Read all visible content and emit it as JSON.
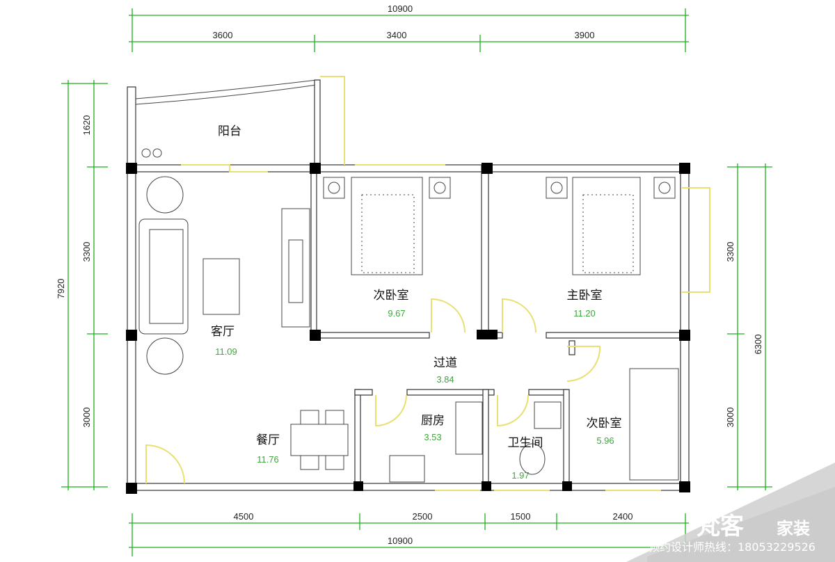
{
  "dimensions": {
    "top_total": "10900",
    "top_segments": [
      "3600",
      "3400",
      "3900"
    ],
    "bottom_segments": [
      "4500",
      "2500",
      "1500",
      "2400"
    ],
    "bottom_total": "10900",
    "left_total": "7920",
    "left_segments": [
      "1620",
      "3300",
      "3000"
    ],
    "right_total": "6300",
    "right_segments": [
      "3300",
      "3000"
    ]
  },
  "rooms": [
    {
      "name": "阳台",
      "area": ""
    },
    {
      "name": "次卧室",
      "area": "9.67"
    },
    {
      "name": "主卧室",
      "area": "11.20"
    },
    {
      "name": "客厅",
      "area": "11.09"
    },
    {
      "name": "过道",
      "area": "3.84"
    },
    {
      "name": "厨房",
      "area": "3.53"
    },
    {
      "name": "卫生间",
      "area": "1.97"
    },
    {
      "name": "次卧室",
      "area": "5.96"
    },
    {
      "name": "餐厅",
      "area": "11.76"
    }
  ],
  "watermark": {
    "brand": "梵客",
    "brand_suffix": "家装",
    "hotline": "预约设计师热线：18053229526"
  },
  "colors": {
    "dimension": "#19b019",
    "window": "#e8e070",
    "wall": "#000000",
    "area_text": "#3aa83a"
  }
}
